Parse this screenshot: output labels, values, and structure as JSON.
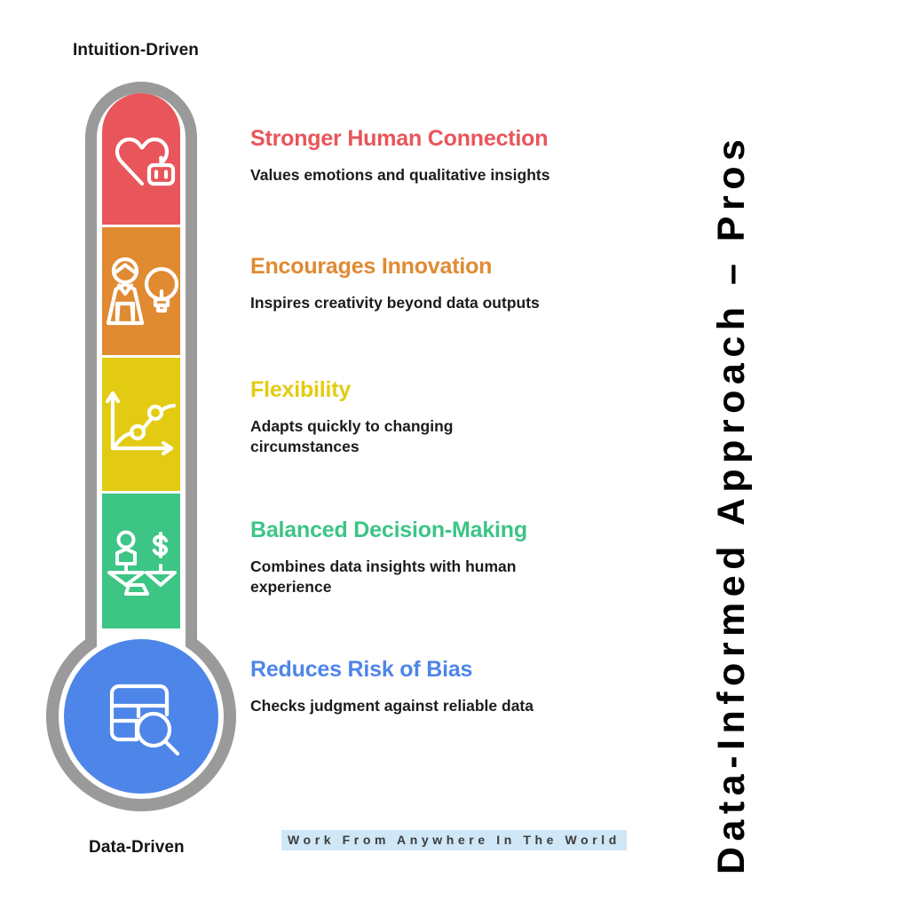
{
  "page": {
    "background": "#ffffff",
    "vertical_title": "Data-Informed Approach – Pros"
  },
  "scale": {
    "top_label": "Intuition-Driven",
    "bottom_label": "Data-Driven"
  },
  "footer": {
    "text": "Work From Anywhere In The World",
    "background": "#cfe7f7",
    "text_color": "#3c3c3c"
  },
  "thermometer": {
    "casing_color": "#9a9a9a",
    "segments": [
      {
        "color": "#e8555a",
        "icon": "heart-robot-icon"
      },
      {
        "color": "#e08a32",
        "icon": "person-lightbulb-icon"
      },
      {
        "color": "#e3cb13",
        "icon": "line-chart-icon"
      },
      {
        "color": "#3cc585",
        "icon": "balance-scales-icon"
      },
      {
        "color": "#4e85e8",
        "icon": "table-search-icon"
      }
    ]
  },
  "items": [
    {
      "title": "Stronger Human Connection",
      "desc": "Values emotions and qualitative insights",
      "color": "#e8555a"
    },
    {
      "title": "Encourages Innovation",
      "desc": "Inspires creativity beyond data outputs",
      "color": "#e08a32"
    },
    {
      "title": "Flexibility",
      "desc": "Adapts quickly to changing circumstances",
      "color": "#e3cb13"
    },
    {
      "title": "Balanced Decision-Making",
      "desc": "Combines data insights with human experience",
      "color": "#3cc585"
    },
    {
      "title": "Reduces Risk of Bias",
      "desc": "Checks judgment against reliable data",
      "color": "#4e85e8"
    }
  ]
}
